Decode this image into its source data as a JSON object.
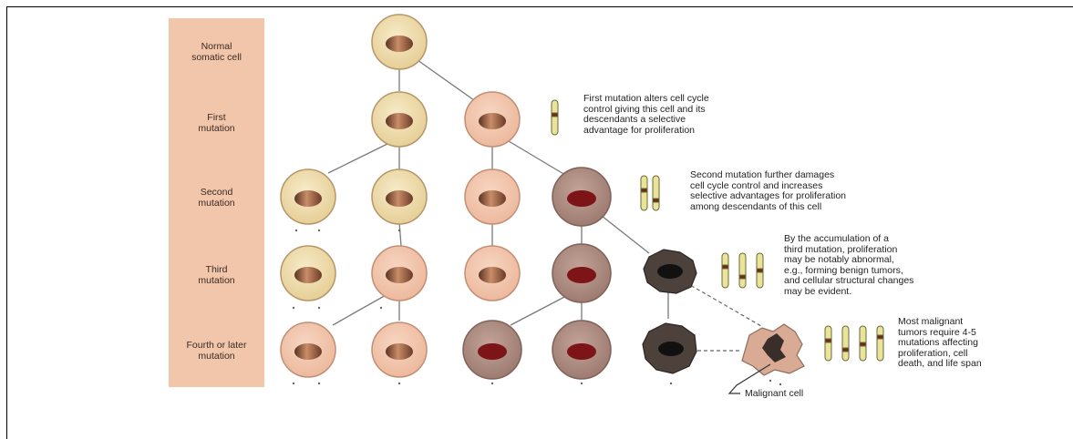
{
  "stages": [
    {
      "label": "Normal\nsomatic cell"
    },
    {
      "label": "First\nmutation"
    },
    {
      "label": "Second\nmutation"
    },
    {
      "label": "Third\nmutation"
    },
    {
      "label": "Fourth or later\nmutation"
    }
  ],
  "descriptions": [
    {
      "text": "First mutation alters cell cycle\ncontrol giving this cell and its\ndescendants a selective\nadvantage for proliferation"
    },
    {
      "text": "Second mutation further damages\ncell cycle control and increases\nselective advantages for proliferation\namong descendants of this cell"
    },
    {
      "text": "By the accumulation of a\nthird mutation, proliferation\nmay be notably abnormal,\ne.g., forming benign tumors,\nand cellular structural changes\nmay be evident."
    },
    {
      "text": "Most malignant\ntumors require 4-5\nmutations affecting\nproliferation, cell\ndeath, and life span"
    }
  ],
  "annotation": {
    "malignant_label": "Malignant cell"
  },
  "colors": {
    "stage_bar": "#f2c6ab",
    "normal_cell": "#f0ddb0",
    "normal_cell_rim": "#c9aa73",
    "pink_cell": "#f3c8ae",
    "pink_cell_rim": "#c99a82",
    "mauve_cell": "#b08e82",
    "dark_nucleus": "#7c1418",
    "black_cell": "#4a403c",
    "chromosome": "#e9e49a"
  }
}
